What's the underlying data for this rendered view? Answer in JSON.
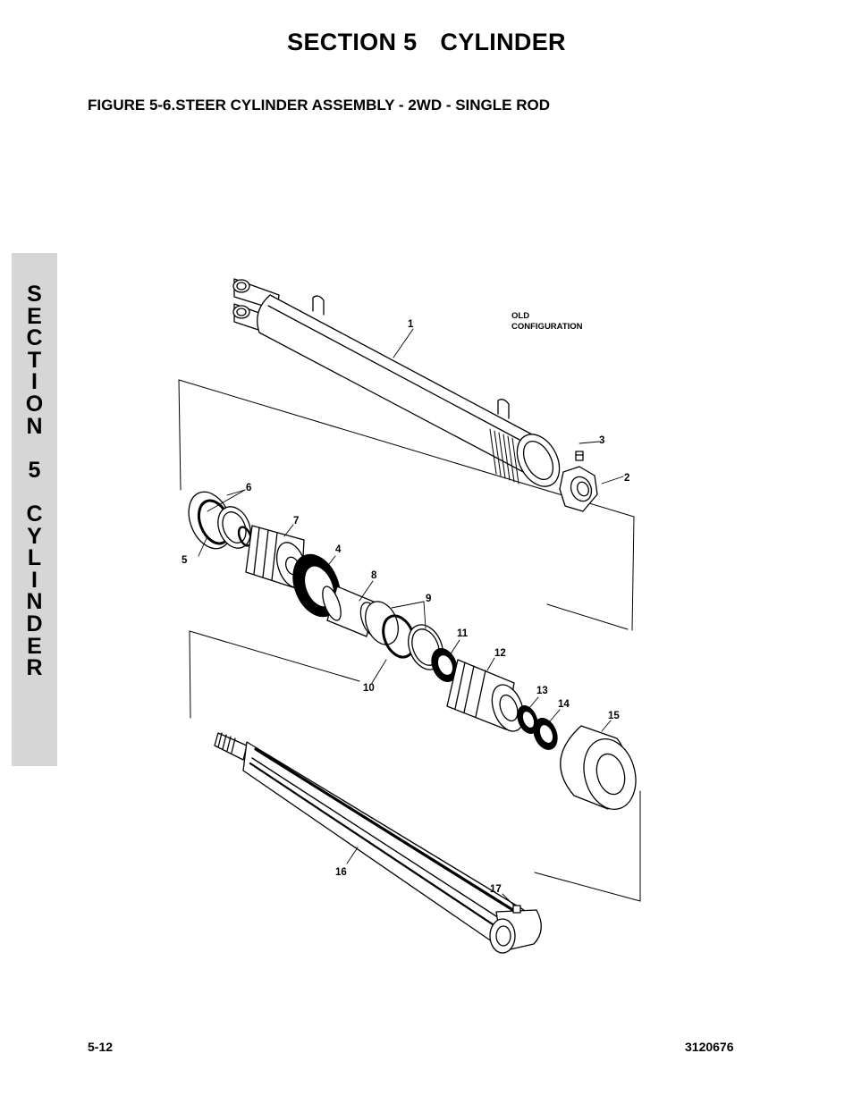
{
  "header": {
    "section_label": "SECTION 5",
    "section_name": "CYLINDER",
    "figure_title": "FIGURE 5-6.STEER CYLINDER ASSEMBLY - 2WD - SINGLE ROD"
  },
  "side_tab": {
    "letters": [
      "S",
      "E",
      "C",
      "T",
      "I",
      "O",
      "N",
      "",
      "5",
      "",
      "C",
      "Y",
      "L",
      "I",
      "N",
      "D",
      "E",
      "R"
    ]
  },
  "diagram": {
    "note_line1": "OLD",
    "note_line2": "CONFIGURATION",
    "callouts": {
      "c1": "1",
      "c2": "2",
      "c3": "3",
      "c4": "4",
      "c5": "5",
      "c6": "6",
      "c7": "7",
      "c8": "8",
      "c9": "9",
      "c10": "10",
      "c11": "11",
      "c12": "12",
      "c13": "13",
      "c14": "14",
      "c15": "15",
      "c16": "16",
      "c17": "17"
    }
  },
  "footer": {
    "page_number": "5-12",
    "doc_number": "3120676"
  }
}
